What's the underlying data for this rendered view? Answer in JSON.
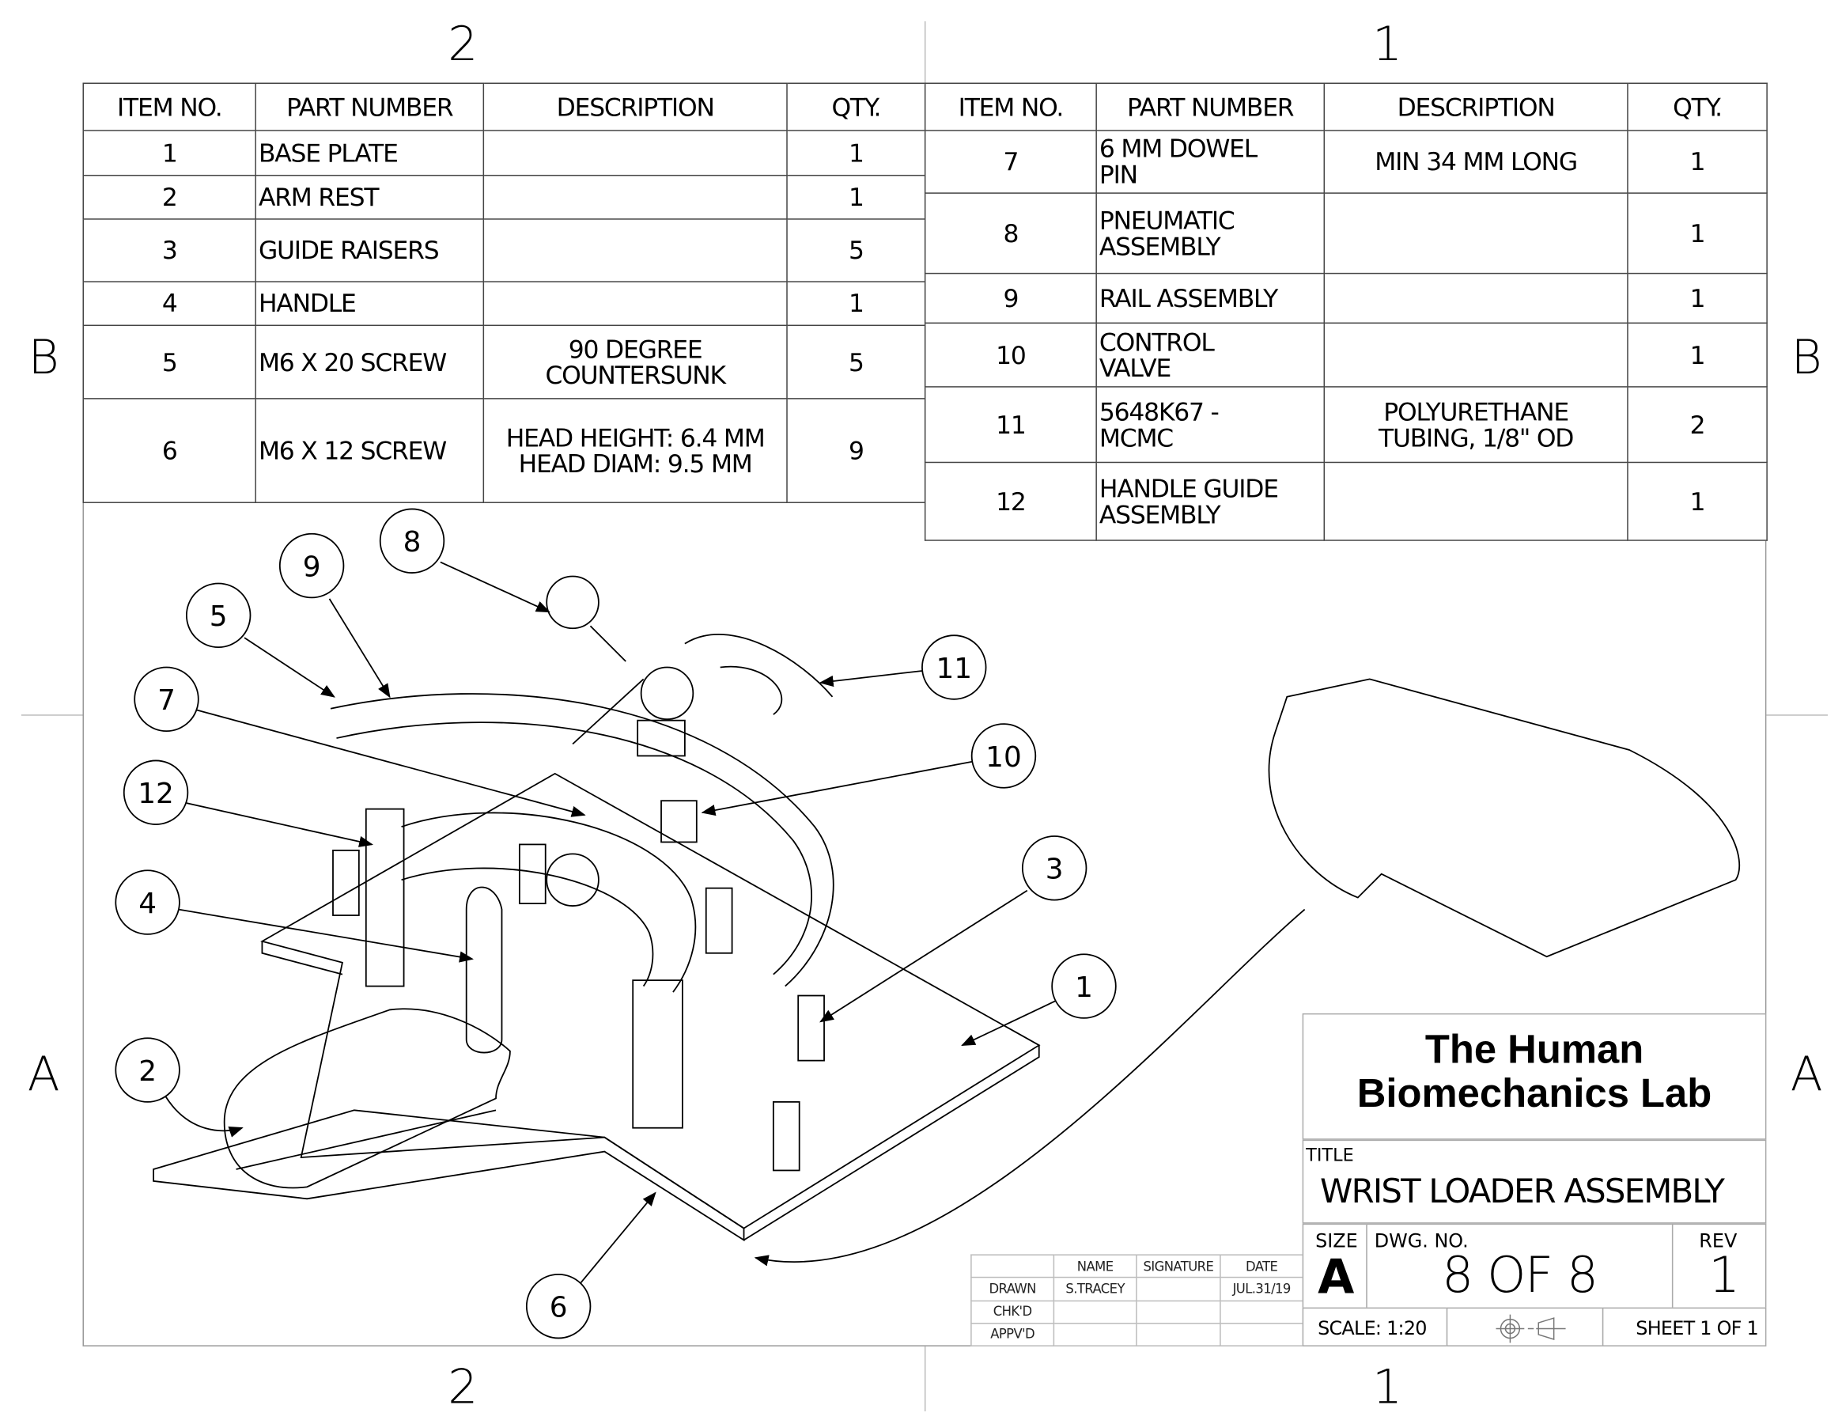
{
  "zones": {
    "top": [
      "2",
      "1"
    ],
    "bottom": [
      "2",
      "1"
    ],
    "left": [
      "B",
      "A"
    ],
    "right": [
      "B",
      "A"
    ]
  },
  "bom_left": {
    "headers": [
      "ITEM NO.",
      "PART NUMBER",
      "DESCRIPTION",
      "QTY."
    ],
    "rows": [
      [
        "1",
        "BASE PLATE",
        "",
        "1"
      ],
      [
        "2",
        "ARM REST",
        "",
        "1"
      ],
      [
        "3",
        "GUIDE RAISERS",
        "",
        "5"
      ],
      [
        "4",
        "HANDLE",
        "",
        "1"
      ],
      [
        "5",
        "M6 X 20 SCREW",
        "90 DEGREE\nCOUNTERSUNK",
        "5"
      ],
      [
        "6",
        "M6 X 12 SCREW",
        "HEAD HEIGHT: 6.4 MM\nHEAD DIAM: 9.5 MM",
        "9"
      ]
    ]
  },
  "bom_right": {
    "headers": [
      "ITEM NO.",
      "PART NUMBER",
      "DESCRIPTION",
      "QTY."
    ],
    "rows": [
      [
        "7",
        "6 MM DOWEL\nPIN",
        "MIN 34 MM LONG",
        "1"
      ],
      [
        "8",
        "PNEUMATIC\nASSEMBLY",
        "",
        "1"
      ],
      [
        "9",
        "RAIL ASSEMBLY",
        "",
        "1"
      ],
      [
        "10",
        "CONTROL\nVALVE",
        "",
        "1"
      ],
      [
        "11",
        "5648K67 -\nMCMC",
        "POLYURETHANE\nTUBING, 1/8\" OD",
        "2"
      ],
      [
        "12",
        "HANDLE GUIDE\nASSEMBLY",
        "",
        "1"
      ]
    ]
  },
  "balloons": [
    "1",
    "2",
    "3",
    "4",
    "5",
    "6",
    "7",
    "8",
    "9",
    "10",
    "11",
    "12"
  ],
  "title_block": {
    "company_line1": "The Human",
    "company_line2": "Biomechanics Lab",
    "title_label": "TITLE",
    "title": "WRIST LOADER ASSEMBLY",
    "size_label": "SIZE",
    "size": "A",
    "dwg_no_label": "DWG. NO.",
    "dwg_no": "8 OF 8",
    "rev_label": "REV",
    "rev": "1",
    "scale": "SCALE: 1:20",
    "sheet": "SHEET 1 OF 1"
  },
  "signature_table": {
    "headers": [
      "",
      "NAME",
      "SIGNATURE",
      "DATE"
    ],
    "rows": [
      [
        "DRAWN",
        "S.TRACEY",
        "",
        "JUL.31/19"
      ],
      [
        "CHK'D",
        "",
        "",
        ""
      ],
      [
        "APPV'D",
        "",
        "",
        ""
      ]
    ]
  }
}
